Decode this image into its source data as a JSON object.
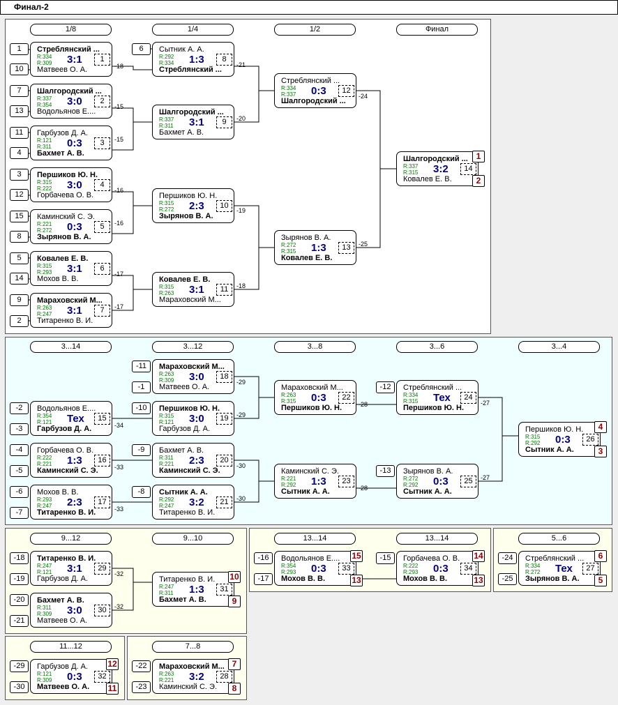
{
  "window": {
    "title": "Финал-2"
  },
  "rounds": {
    "r18": "1/8",
    "r14": "1/4",
    "r12": "1/2",
    "fin": "Финал",
    "c314": "3...14",
    "c312": "3...12",
    "c38": "3...8",
    "c36": "3...6",
    "c34": "3...4",
    "c912": "9...12",
    "c910": "9...10",
    "c1314a": "13...14",
    "c1314b": "13...14",
    "c56": "5...6",
    "c1112": "11...12",
    "c78": "7...8"
  },
  "seeds": [
    "1",
    "10",
    "7",
    "13",
    "11",
    "4",
    "3",
    "12",
    "15",
    "8",
    "5",
    "14",
    "9",
    "2",
    "6"
  ],
  "sources": [
    "-11",
    "-1",
    "-10",
    "-12",
    "-2",
    "-3",
    "-4",
    "-5",
    "-9",
    "-13",
    "-6",
    "-7",
    "-8",
    "-18",
    "-19",
    "-20",
    "-21",
    "-16",
    "-17",
    "-15",
    "-24",
    "-25",
    "-29",
    "-30",
    "-22",
    "-23"
  ],
  "losers": [
    "-18",
    "-15",
    "-15",
    "-16",
    "-16",
    "-17",
    "-17",
    "-21",
    "-20",
    "-19",
    "-18",
    "-24",
    "-25",
    "-29",
    "-29",
    "-34",
    "-33",
    "-30",
    "-33",
    "-30",
    "-28",
    "-28",
    "-27",
    "-27",
    "-32",
    "-32"
  ],
  "places": [
    "1",
    "2",
    "4",
    "3",
    "10",
    "9",
    "15",
    "13",
    "14",
    "13",
    "6",
    "5",
    "12",
    "11",
    "7",
    "8"
  ],
  "matches": [
    {
      "p1": "Стреблянский ...",
      "p2": "Матвеев О. А.",
      "r1": "R:334",
      "r2": "R:309",
      "score": "3:1",
      "num": "1"
    },
    {
      "p1": "Шалгородский ...",
      "p2": "Водольянов Е....",
      "r1": "R:337",
      "r2": "R:354",
      "score": "3:0",
      "num": "2"
    },
    {
      "p1": "Гарбузов Д. А.",
      "p2": "Бахмет А. В.",
      "r1": "R:121",
      "r2": "R:311",
      "score": "0:3",
      "num": "3"
    },
    {
      "p1": "Першиков Ю. Н.",
      "p2": "Горбачева О. В.",
      "r1": "R:315",
      "r2": "R:222",
      "score": "3:0",
      "num": "4"
    },
    {
      "p1": "Каминский С. Э.",
      "p2": "Зырянов В. А.",
      "r1": "R:221",
      "r2": "R:272",
      "score": "0:3",
      "num": "5"
    },
    {
      "p1": "Ковалев Е. В.",
      "p2": "Мохов В. В.",
      "r1": "R:315",
      "r2": "R:293",
      "score": "3:1",
      "num": "6"
    },
    {
      "p1": "Мараховский М...",
      "p2": "Титаренко В. И.",
      "r1": "R:263",
      "r2": "R:247",
      "score": "3:1",
      "num": "7"
    },
    {
      "p1": "Сытник А. А.",
      "p2": "Стреблянский ...",
      "r1": "R:292",
      "r2": "R:334",
      "score": "1:3",
      "num": "8"
    },
    {
      "p1": "Шалгородский ...",
      "p2": "Бахмет А. В.",
      "r1": "R:337",
      "r2": "R:311",
      "score": "3:1",
      "num": "9"
    },
    {
      "p1": "Першиков Ю. Н.",
      "p2": "Зырянов В. А.",
      "r1": "R:315",
      "r2": "R:272",
      "score": "2:3",
      "num": "10"
    },
    {
      "p1": "Ковалев Е. В.",
      "p2": "Мараховский М...",
      "r1": "R:315",
      "r2": "R:263",
      "score": "3:1",
      "num": "11"
    },
    {
      "p1": "Стреблянский ...",
      "p2": "Шалгородский ...",
      "r1": "R:334",
      "r2": "R:337",
      "score": "0:3",
      "num": "12"
    },
    {
      "p1": "Зырянов В. А.",
      "p2": "Ковалев Е. В.",
      "r1": "R:272",
      "r2": "R:315",
      "score": "1:3",
      "num": "13"
    },
    {
      "p1": "Шалгородский ...",
      "p2": "Ковалев Е. В.",
      "r1": "R:337",
      "r2": "R:315",
      "score": "3:2",
      "num": "14"
    },
    {
      "p1": "Мараховский М...",
      "p2": "Матвеев О. А.",
      "r1": "R:263",
      "r2": "R:309",
      "score": "3:0",
      "num": "18"
    },
    {
      "p1": "Першиков Ю. Н.",
      "p2": "Гарбузов Д. А.",
      "r1": "R:315",
      "r2": "R:121",
      "score": "3:0",
      "num": "19"
    },
    {
      "p1": "Бахмет А. В.",
      "p2": "Каминский С. Э.",
      "r1": "R:311",
      "r2": "R:221",
      "score": "2:3",
      "num": "20"
    },
    {
      "p1": "Сытник А. А.",
      "p2": "Титаренко В. И.",
      "r1": "R:292",
      "r2": "R:247",
      "score": "3:2",
      "num": "21"
    },
    {
      "p1": "Водольянов Е....",
      "p2": "Гарбузов Д. А.",
      "r1": "R:354",
      "r2": "R:121",
      "score": "Тех",
      "num": "15"
    },
    {
      "p1": "Горбачева О. В.",
      "p2": "Каминский С. Э.",
      "r1": "R:222",
      "r2": "R:221",
      "score": "1:3",
      "num": "16"
    },
    {
      "p1": "Мохов В. В.",
      "p2": "Титаренко В. И.",
      "r1": "R:293",
      "r2": "R:247",
      "score": "2:3",
      "num": "17"
    },
    {
      "p1": "Мараховский М...",
      "p2": "Першиков Ю. Н.",
      "r1": "R:263",
      "r2": "R:315",
      "score": "0:3",
      "num": "22"
    },
    {
      "p1": "Каминский С. Э.",
      "p2": "Сытник А. А.",
      "r1": "R:221",
      "r2": "R:292",
      "score": "1:3",
      "num": "23"
    },
    {
      "p1": "Стреблянский ...",
      "p2": "Першиков Ю. Н.",
      "r1": "R:334",
      "r2": "R:315",
      "score": "Тех",
      "num": "24"
    },
    {
      "p1": "Зырянов В. А.",
      "p2": "Сытник А. А.",
      "r1": "R:272",
      "r2": "R:292",
      "score": "0:3",
      "num": "25"
    },
    {
      "p1": "Першиков Ю. Н.",
      "p2": "Сытник А. А.",
      "r1": "R:315",
      "r2": "R:292",
      "score": "0:3",
      "num": "26"
    },
    {
      "p1": "Титаренко В. И.",
      "p2": "Гарбузов Д. А.",
      "r1": "R:247",
      "r2": "R:121",
      "score": "3:1",
      "num": "29"
    },
    {
      "p1": "Бахмет А. В.",
      "p2": "Матвеев О. А.",
      "r1": "R:311",
      "r2": "R:309",
      "score": "3:0",
      "num": "30"
    },
    {
      "p1": "Титаренко В. И.",
      "p2": "Бахмет А. В.",
      "r1": "R:247",
      "r2": "R:311",
      "score": "1:3",
      "num": "31"
    },
    {
      "p1": "Водольянов Е....",
      "p2": "Мохов В. В.",
      "r1": "R:354",
      "r2": "R:293",
      "score": "0:3",
      "num": "33"
    },
    {
      "p1": "Горбачева О. В.",
      "p2": "Мохов В. В.",
      "r1": "R:222",
      "r2": "R:293",
      "score": "0:3",
      "num": "34"
    },
    {
      "p1": "Стреблянский ...",
      "p2": "Зырянов В. А.",
      "r1": "R:334",
      "r2": "R:272",
      "score": "Тех",
      "num": "27"
    },
    {
      "p1": "Гарбузов Д. А.",
      "p2": "Матвеев О. А.",
      "r1": "R:121",
      "r2": "R:309",
      "score": "0:3",
      "num": "32"
    },
    {
      "p1": "Мараховский М...",
      "p2": "Каминский С. Э.",
      "r1": "R:263",
      "r2": "R:221",
      "score": "3:2",
      "num": "28"
    }
  ]
}
